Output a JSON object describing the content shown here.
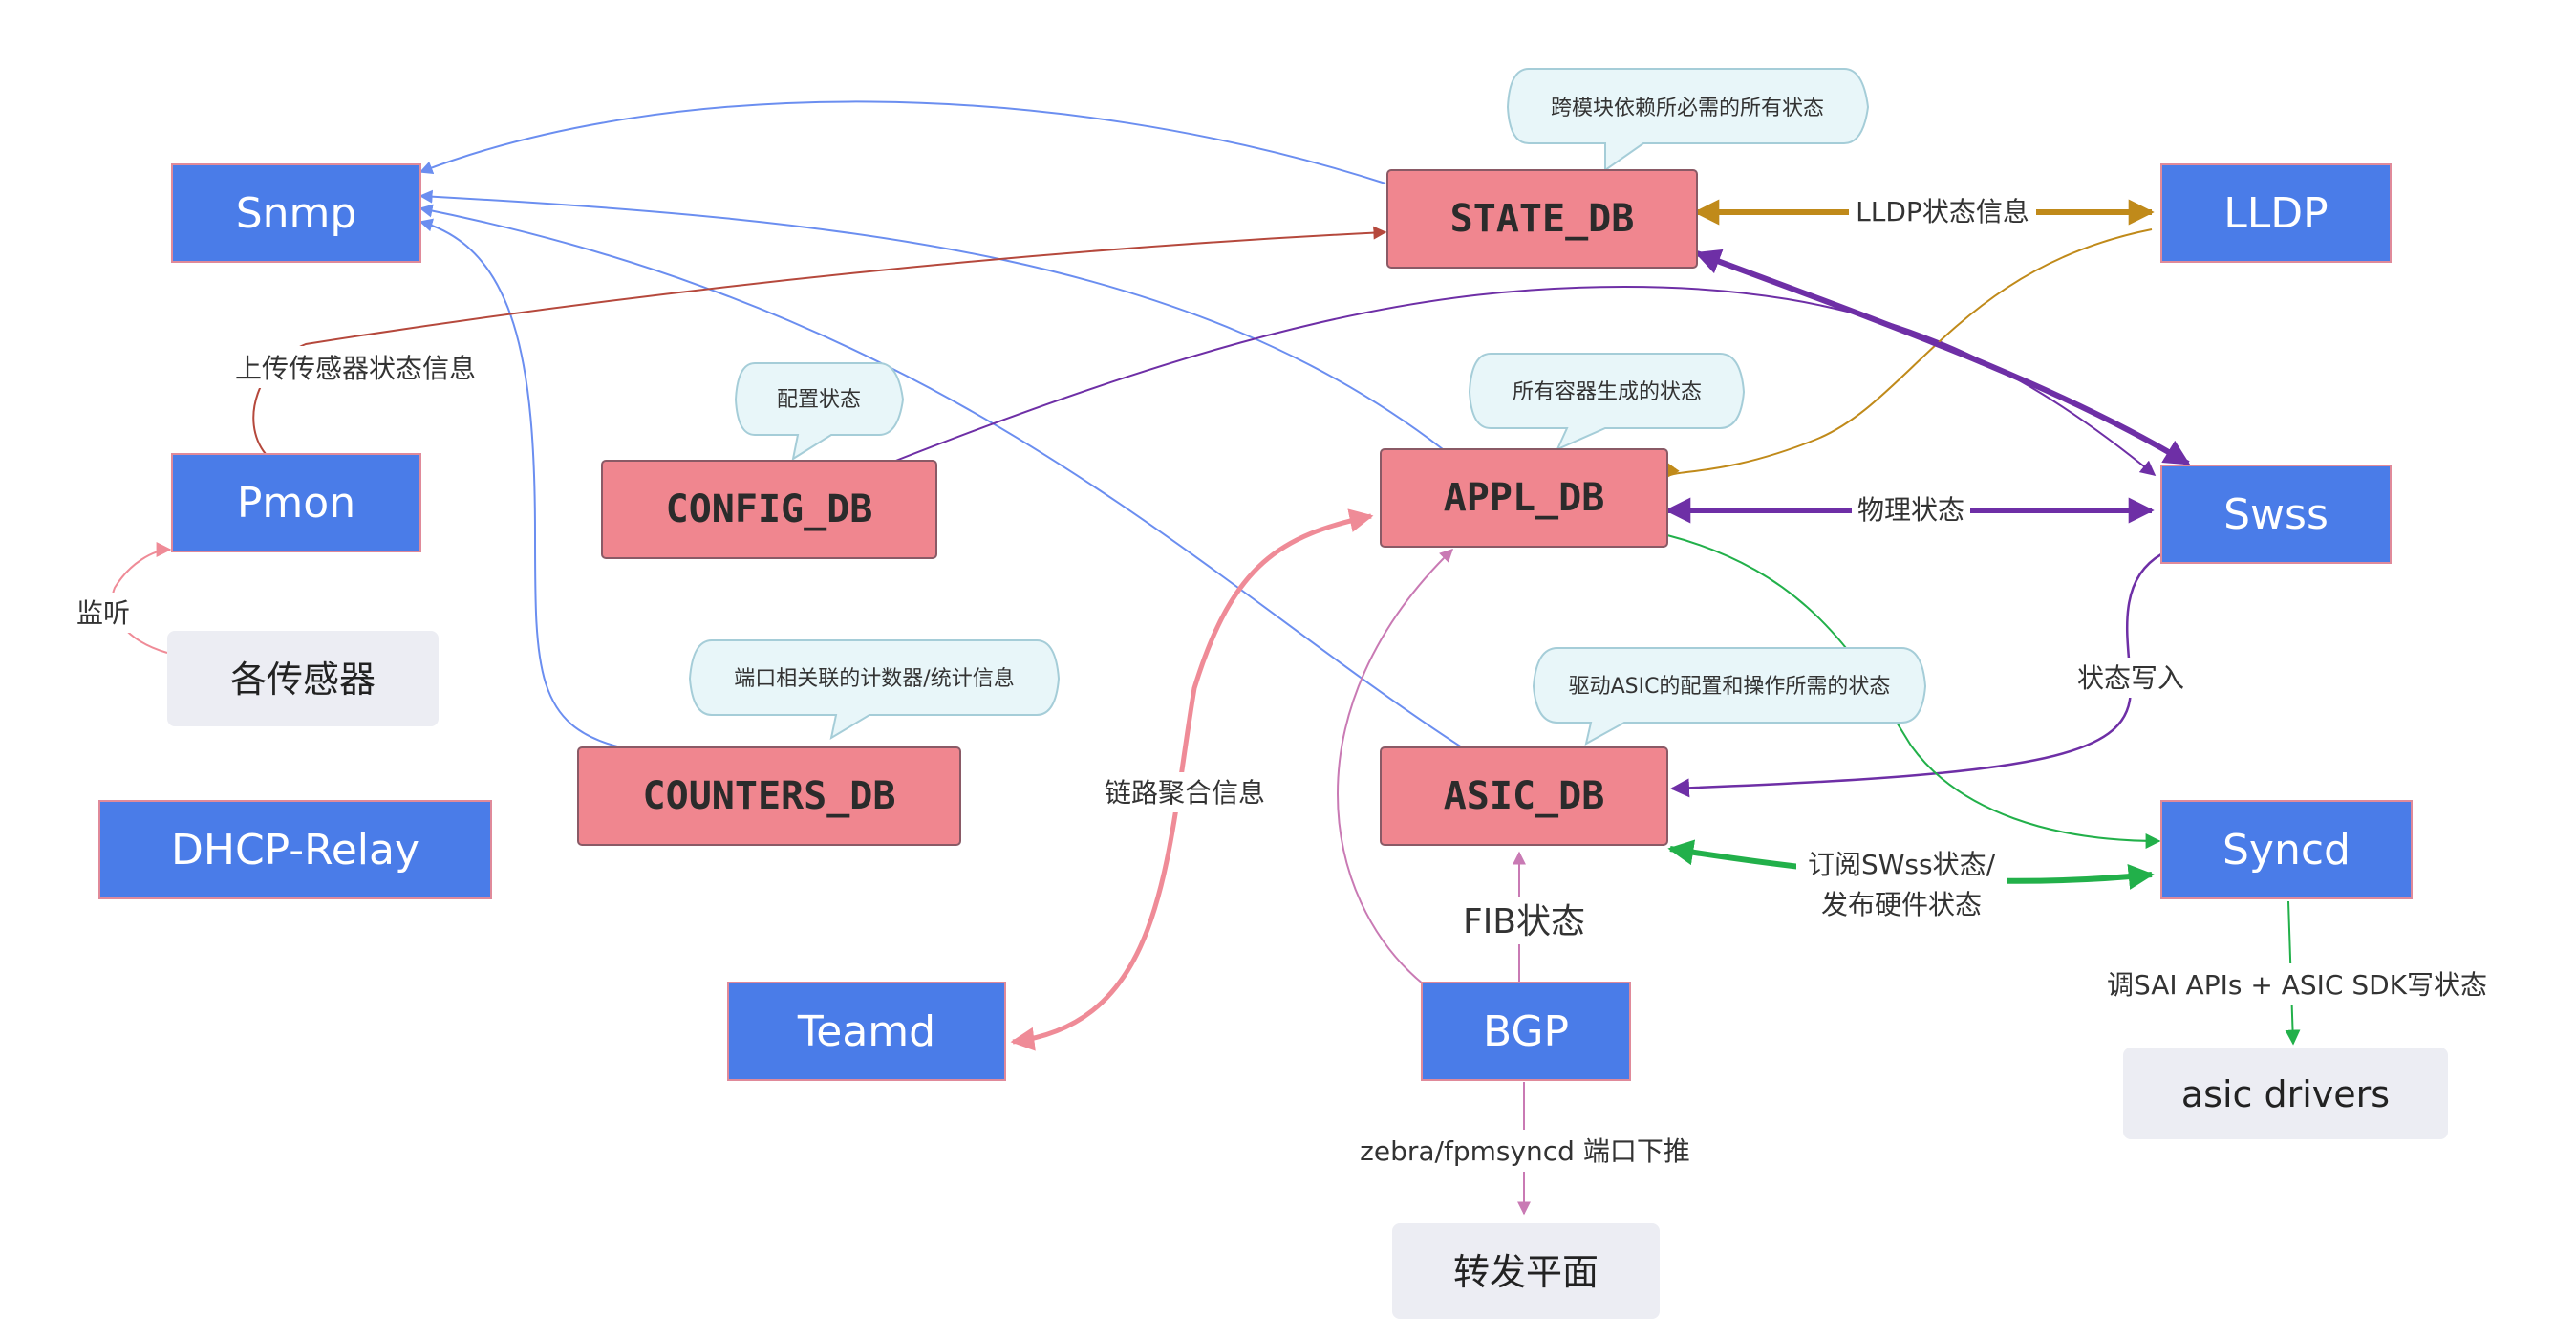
{
  "colors": {
    "blue_node": "#4a7ce8",
    "blue_border": "#e08a9a",
    "red_node": "#f0868f",
    "red_border": "#8a5a66",
    "gray_node": "#ecedf3",
    "bubble_fill": "#e8f6f9",
    "bubble_border": "#a5cdd8",
    "edge_blue": "#6b8ef0",
    "edge_brown": "#b5483c",
    "edge_pink": "#ef8b97",
    "edge_gold": "#c08a1a",
    "edge_purple": "#6e2fa6",
    "edge_green": "#22b04a",
    "edge_orchid": "#c97ab4"
  },
  "nodes": {
    "snmp": "Snmp",
    "pmon": "Pmon",
    "sensors": "各传感器",
    "dhcp_relay": "DHCP-Relay",
    "config_db": "CONFIG_DB",
    "counters_db": "COUNTERS_DB",
    "teamd": "Teamd",
    "state_db": "STATE_DB",
    "appl_db": "APPL_DB",
    "asic_db": "ASIC_DB",
    "bgp": "BGP",
    "forwarding_plane": "转发平面",
    "lldp": "LLDP",
    "swss": "Swss",
    "syncd": "Syncd",
    "asic_drivers": "asic drivers"
  },
  "bubbles": {
    "state_db": "跨模块依赖所必需的所有状态",
    "config_db": "配置状态",
    "appl_db": "所有容器生成的状态",
    "counters_db": "端口相关联的计数器/统计信息",
    "asic_db": "驱动ASIC的配置和操作所需的状态"
  },
  "edge_labels": {
    "pmon_state": "上传传感器状态信息",
    "listen": "监听",
    "lldp_state": "LLDP状态信息",
    "physical_state": "物理状态",
    "state_write": "状态写入",
    "link_agg": "链路聚合信息",
    "fib_state": "FIB状态",
    "subscribe_line1": "订阅SWss状态/",
    "subscribe_line2": "发布硬件状态",
    "sai_calls": "调SAI APIs + ASIC SDK写状态",
    "zebra": "zebra/fpmsyncd 端口下推"
  }
}
